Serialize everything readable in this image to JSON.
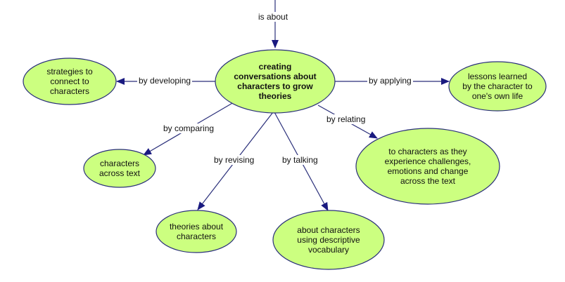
{
  "colors": {
    "node_fill": "#ccff80",
    "node_stroke": "#2a2f7a",
    "edge": "#2a2f7a",
    "arrow": "#1a1a80"
  },
  "nodes": {
    "central": "creating\nconversations about\ncharacters to grow\ntheories",
    "strategies": "strategies to\nconnect to\ncharacters",
    "lessons": "lessons learned\nby the character to\none's own life",
    "across_text": "characters\nacross text",
    "theories": "theories about\ncharacters",
    "vocabulary": "about characters\nusing descriptive\nvocabulary",
    "relating_target": "to characters as they\nexperience challenges,\nemotions and change\nacross the text"
  },
  "edges": {
    "is_about": "is about",
    "by_developing": "by developing",
    "by_applying": "by applying",
    "by_comparing": "by comparing",
    "by_revising": "by revising",
    "by_talking": "by talking",
    "by_relating": "by relating"
  }
}
